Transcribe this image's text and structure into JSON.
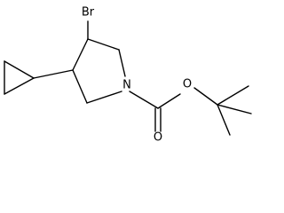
{
  "molecule": {
    "atoms": {
      "bromine": "Br",
      "nitrogen": "N",
      "ester_oxygen": "O",
      "carbonyl_oxygen": "O"
    }
  }
}
